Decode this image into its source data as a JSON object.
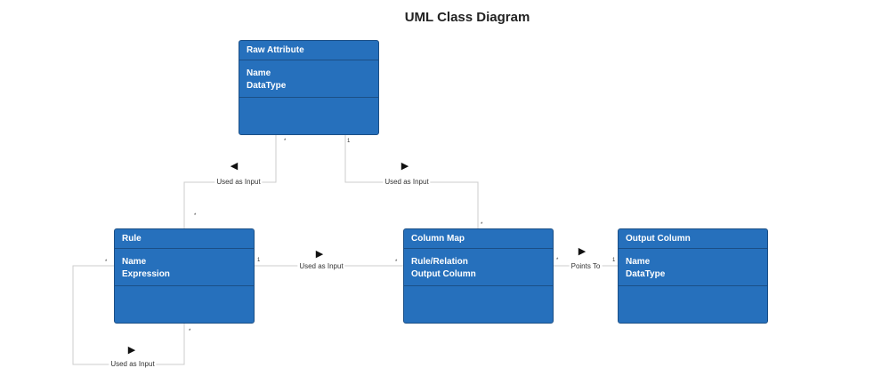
{
  "diagram_title": "UML Class Diagram",
  "classes": [
    {
      "name": "Raw Attribute",
      "attributes": [
        "Name",
        "DataType"
      ]
    },
    {
      "name": "Rule",
      "attributes": [
        "Name",
        "Expression"
      ]
    },
    {
      "name": "Column Map",
      "attributes": [
        "Rule/Relation",
        "Output Column"
      ]
    },
    {
      "name": "Output Column",
      "attributes": [
        "Name",
        "DataType"
      ]
    }
  ],
  "relations": [
    {
      "from": "Rule",
      "to": "Raw Attribute",
      "label": "Used as Input",
      "arrow": "◀",
      "mult_raw": "*",
      "mult_other": "*"
    },
    {
      "from": "Raw Attribute",
      "to": "Column Map",
      "label": "Used as Input",
      "arrow": "▶",
      "mult_raw": "1",
      "mult_other": "*"
    },
    {
      "from": "Rule",
      "to": "Column Map",
      "label": "Used as Input",
      "arrow": "▶",
      "mult_from": "1",
      "mult_to": "*"
    },
    {
      "from": "Column Map",
      "to": "Output Column",
      "label": "Points To",
      "arrow": "▶",
      "mult_from": "*",
      "mult_to": "1"
    },
    {
      "from": "Rule",
      "to": "Rule",
      "label": "Used as Input",
      "arrow": "▶",
      "mult_from": "*",
      "mult_to": "*"
    }
  ],
  "colors": {
    "class_fill": "#2670bc",
    "class_border": "#1b4f86",
    "line": "#cccccc"
  }
}
